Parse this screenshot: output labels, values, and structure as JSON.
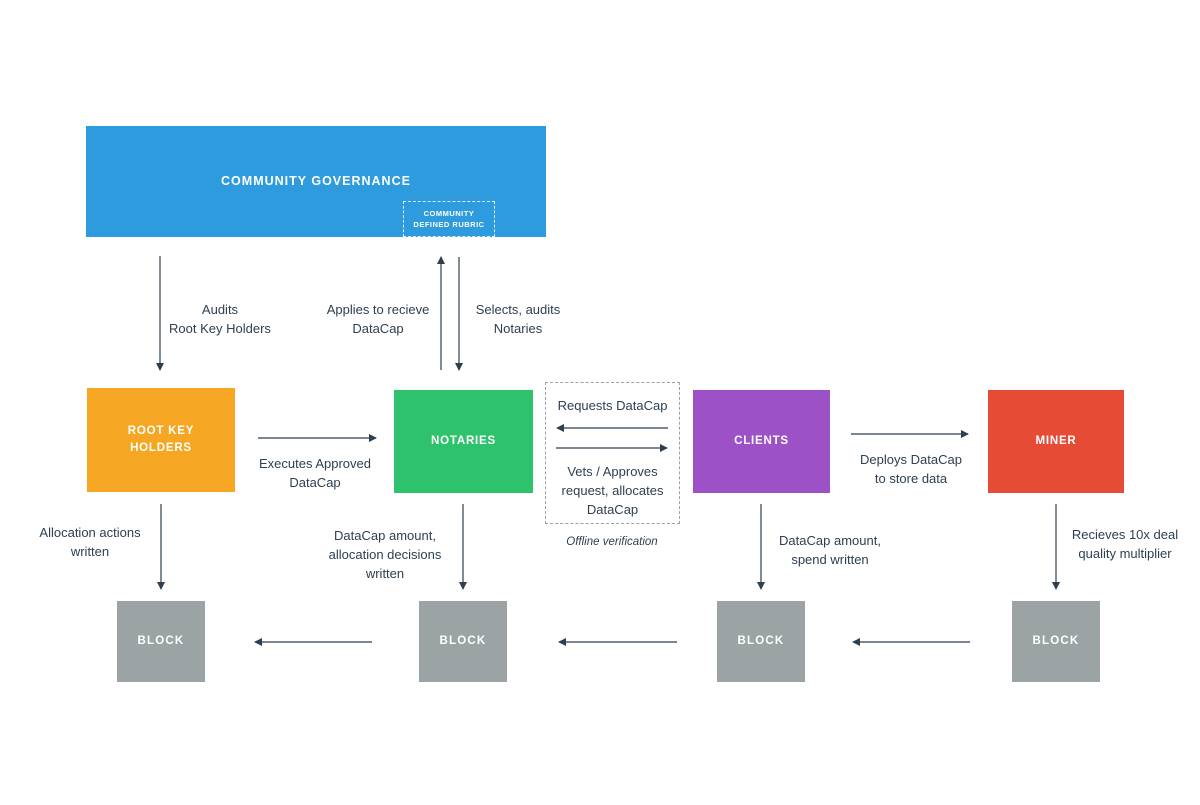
{
  "nodes": {
    "governance": "COMMUNITY GOVERNANCE",
    "rubric": "COMMUNITY\nDEFINED RUBRIC",
    "root_key_holders": "ROOT KEY\nHOLDERS",
    "notaries": "NOTARIES",
    "clients": "CLIENTS",
    "miner": "MINER",
    "block": "BLOCK"
  },
  "labels": {
    "audits": "Audits\nRoot Key Holders",
    "applies": "Applies to recieve\nDataCap",
    "selects": "Selects, audits\nNotaries",
    "executes": "Executes Approved\nDataCap",
    "requests": "Requests DataCap",
    "vets": "Vets / Approves\nrequest,  allocates\nDataCap",
    "offline": "Offline verification",
    "deploys": "Deploys DataCap\nto store data",
    "allocation_written": "Allocation actions\nwritten",
    "datacap_allocation_written": "DataCap amount,\nallocation decisions\nwritten",
    "datacap_spend_written": "DataCap amount,\nspend written",
    "recieves": "Recieves 10x deal\nquality multiplier"
  },
  "colors": {
    "governance_blue": "#2E9BDE",
    "root_key_orange": "#F5A623",
    "notaries_green": "#2DC26B",
    "clients_purple": "#9C51C6",
    "miner_red": "#E64B35",
    "block_gray": "#9BA3A4",
    "arrow_dark": "#2E3F50"
  }
}
